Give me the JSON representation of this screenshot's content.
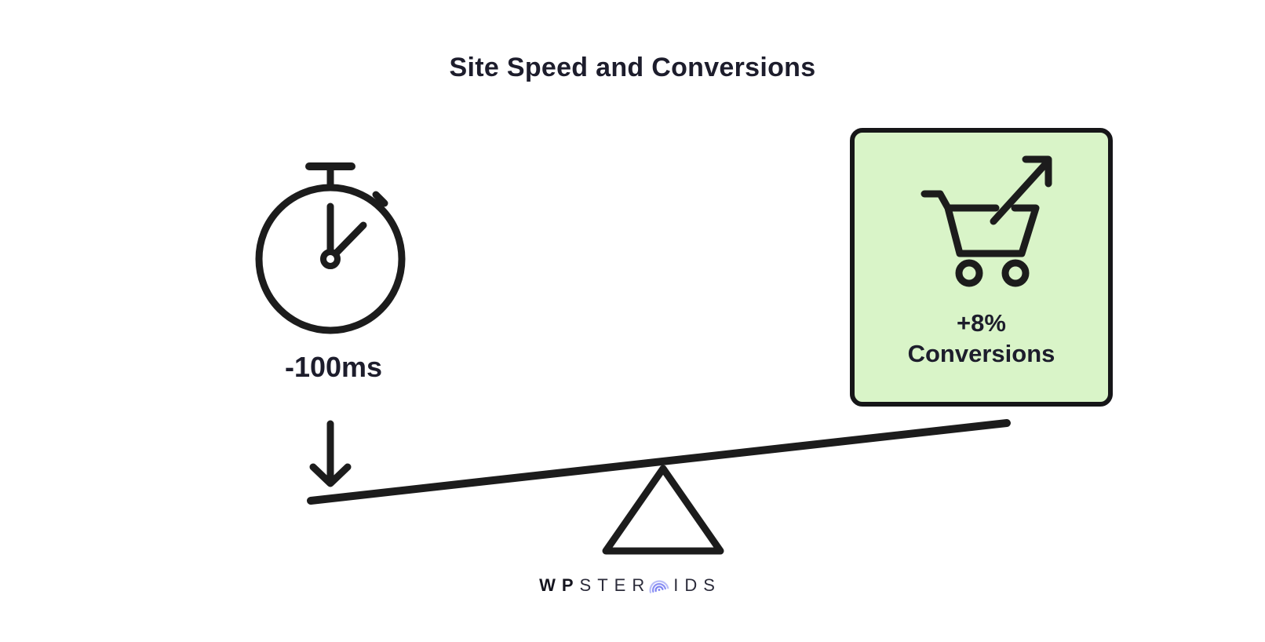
{
  "title": "Site Speed and Conversions",
  "speed": {
    "icon": "stopwatch-icon",
    "label": "-100ms",
    "arrow_icon": "down-arrow-icon"
  },
  "seesaw": {
    "parts": [
      "plank",
      "fulcrum-triangle"
    ]
  },
  "conversions_card": {
    "icon": "cart-growth-icon",
    "value": "+8%",
    "label": "Conversions"
  },
  "footer_logo": {
    "prefix_bold": "WP",
    "mid": "STER",
    "o_icon": "concentric-arcs-icon",
    "suffix": "IDS"
  },
  "colors": {
    "background": "#ffffff",
    "ink": "#1c1c1c",
    "text": "#1d1d2c",
    "card_bg": "#d9f4c8",
    "card_border": "#161618",
    "logo_accent": "#7c82f1",
    "logo_accent_light": "#b9bdf8"
  }
}
